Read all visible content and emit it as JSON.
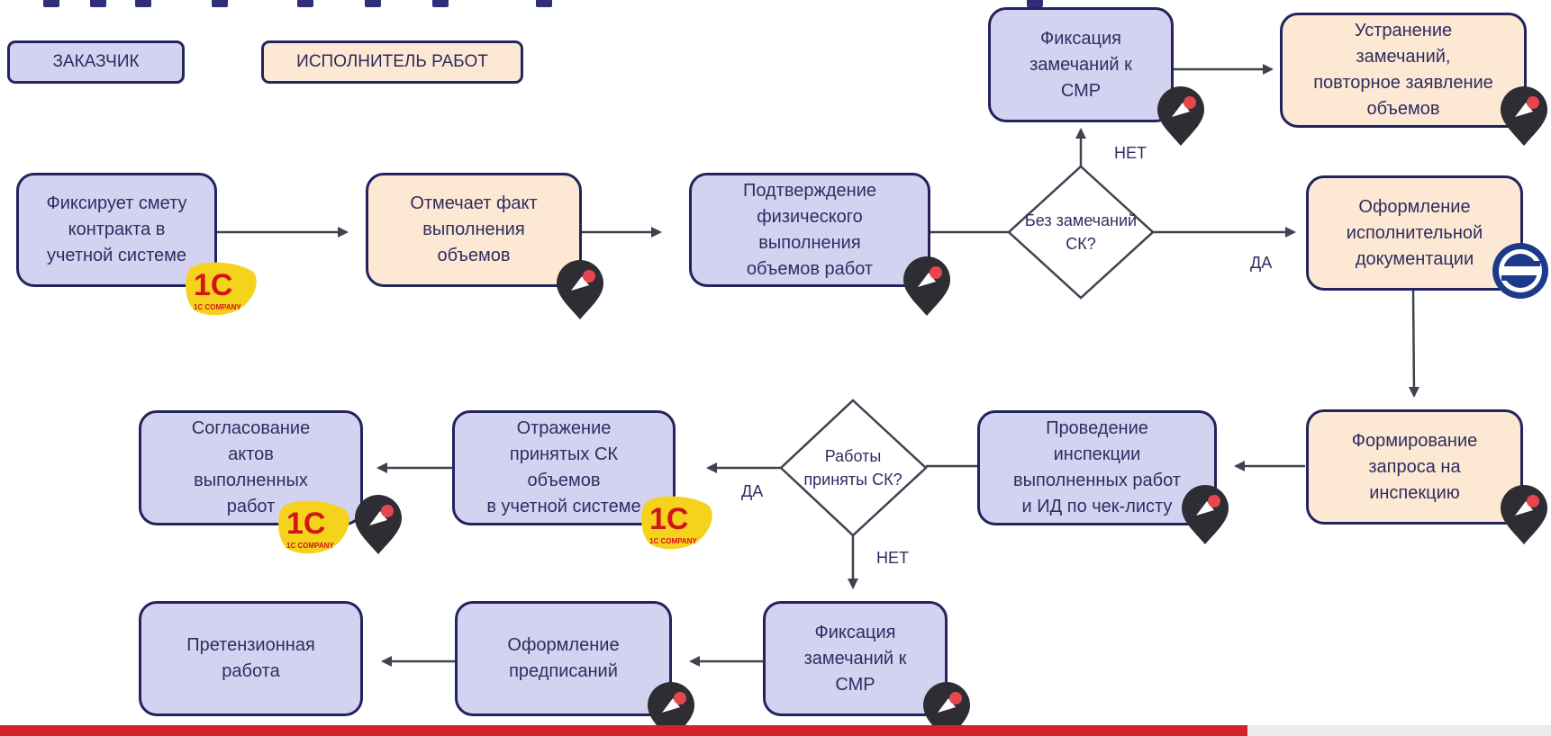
{
  "legend": {
    "customer": "ЗАКАЗЧИК",
    "contractor": "ИСПОЛНИТЕЛЬ РАБОТ"
  },
  "nodes": {
    "fix_estimate": "Фиксирует смету\nконтракта в\nучетной системе",
    "mark_fact": "Отмечает факт\nвыполнения\nобъемов",
    "confirm_physical": "Подтверждение\nфизического\nвыполнения\nобъемов работ",
    "fix_remarks_top": "Фиксация\nзамечаний к\nСМР",
    "eliminate_remarks": "Устранение\nзамечаний,\nповторное заявление\nобъемов",
    "exec_docs": "Оформление\nисполнительной\nдокументации",
    "inspection_request": "Формирование\nзапроса на\nинспекцию",
    "inspection": "Проведение\nинспекции\nвыполненных работ\nи ИД по чек-листу",
    "reflect_accepted": "Отражение\nпринятых СК\nобъемов\nв учетной системе",
    "approve_acts": "Согласование\nактов\nвыполненных\nработ",
    "fix_remarks_bottom": "Фиксация\nзамечаний к\nСМР",
    "orders": "Оформление\nпредписаний",
    "claims": "Претензионная\nработа"
  },
  "decisions": {
    "no_remarks": "Без замечаний\nСК?",
    "accepted": "Работы\nприняты СК?"
  },
  "edge_labels": {
    "no_top": "НЕТ",
    "yes_top": "ДА",
    "yes_bottom": "ДА",
    "no_bottom": "НЕТ"
  },
  "logos": {
    "onec_text": "1С COMPANY"
  },
  "colors": {
    "customer_fill": "#d3d3f1",
    "contractor_fill": "#fde8d3",
    "border": "#23235e",
    "arrow": "#3f4350",
    "accent_red": "#d6212a",
    "logo_dark": "#2d2d33",
    "logo_dot": "#e8464f",
    "onec_yellow": "#f5d21b",
    "onec_red": "#d4141b",
    "sg_blue": "#1d3a8a"
  }
}
